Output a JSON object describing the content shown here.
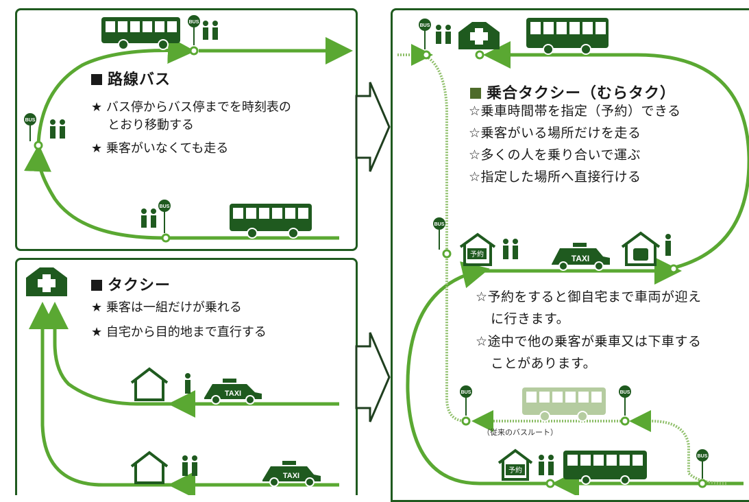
{
  "route_bus": {
    "title": "路線バス",
    "bullets": [
      "★ バス停からバス停までを時刻表の",
      "とおり移動する",
      "★ 乗客がいなくても走る"
    ]
  },
  "taxi": {
    "title": "タクシー",
    "bullets": [
      "★ 乗客は一組だけが乗れる",
      "★ 自宅から目的地まで直行する"
    ]
  },
  "mura_taku": {
    "title": "乗合タクシー（むらタク）",
    "features": [
      "☆乗車時間帯を指定（予約）できる",
      "☆乗客がいる場所だけを走る",
      "☆多くの人を乗り合いで運ぶ",
      "☆指定した場所へ直接行ける"
    ],
    "notes": [
      "☆予約をすると御自宅まで車両が迎え",
      "に行きます。",
      "☆途中で他の乗客が乗車又は下車する",
      "ことがあります。"
    ],
    "legacy_route_label": "（従来のバスルート）"
  },
  "icon_labels": {
    "bus_stop": "BUS",
    "taxi": "TAXI",
    "reservation": "予約"
  },
  "colors": {
    "green": "#5aa832",
    "dark_green": "#1f5a1f",
    "light_green": "#a9c98a",
    "arrow_outline": "#1f3f1f"
  }
}
